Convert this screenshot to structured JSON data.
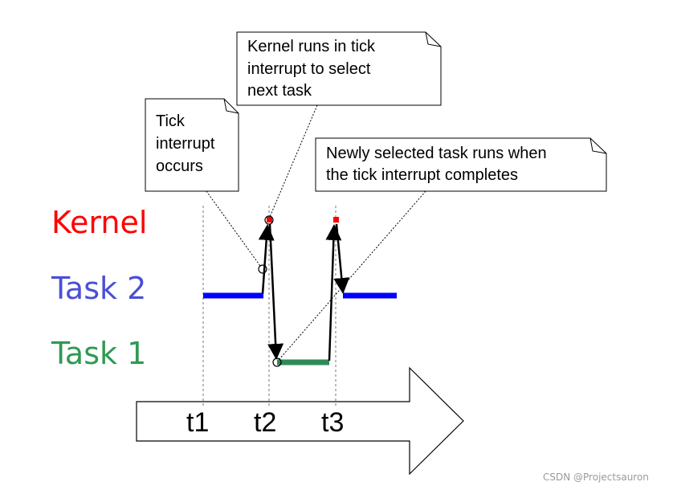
{
  "rows": {
    "kernel": {
      "label": "Kernel",
      "color": "#ff0000"
    },
    "task2": {
      "label": "Task 2",
      "color": "#4a4fd6"
    },
    "task1": {
      "label": "Task 1",
      "color": "#2e9a52"
    }
  },
  "times": [
    "t1",
    "t2",
    "t3"
  ],
  "callouts": {
    "tick": {
      "lines": [
        "Tick",
        "interrupt",
        "occurs"
      ]
    },
    "kernel_runs": {
      "lines": [
        "Kernel runs in tick",
        "interrupt to select",
        "next task"
      ]
    },
    "newly": {
      "lines": [
        "Newly selected task runs when",
        "the tick interrupt completes"
      ]
    }
  },
  "colors": {
    "task2_bar": "#0000ff",
    "task1_bar": "#2e8b57",
    "kernel_marker": "#ff0000"
  },
  "watermark": "CSDN @Projectsauron"
}
